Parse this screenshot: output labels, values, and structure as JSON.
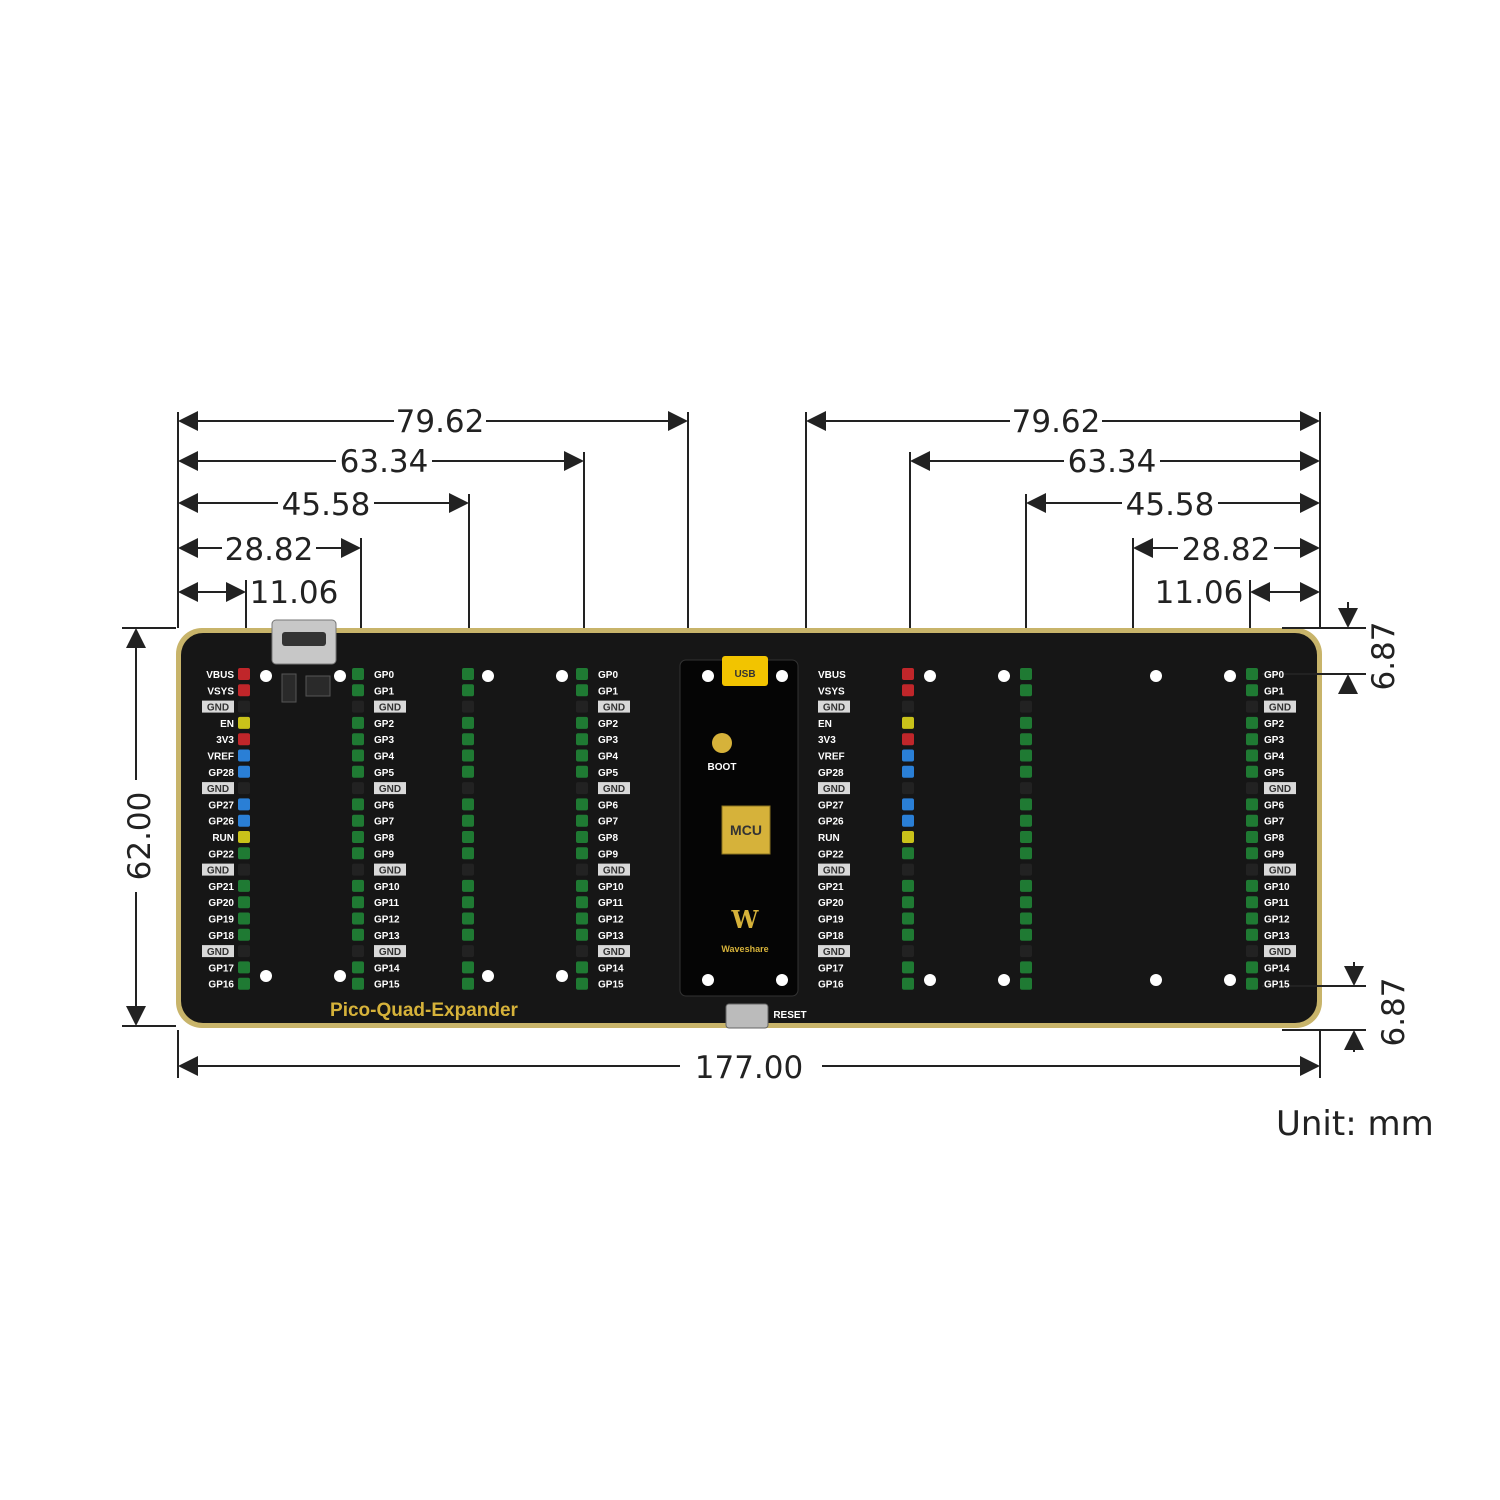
{
  "dimensions": {
    "top_left": [
      "79.62",
      "63.34",
      "45.58",
      "28.82",
      "11.06"
    ],
    "top_right": [
      "79.62",
      "63.34",
      "45.58",
      "28.82",
      "11.06"
    ],
    "height": "62.00",
    "width": "177.00",
    "right_top_offset": "6.87",
    "right_bottom_offset": "6.87"
  },
  "unit_label": "Unit: mm",
  "board": {
    "name": "Pico-Quad-Expander",
    "usb_label": "USB",
    "boot_label": "BOOT",
    "mcu_label": "MCU",
    "brand": "Waveshare",
    "reset_label": "RESET"
  },
  "header_pins": {
    "left_edge": [
      "VBUS",
      "VSYS",
      "GND",
      "EN",
      "3V3",
      "VREF",
      "GP28",
      "GND",
      "GP27",
      "GP26",
      "RUN",
      "GP22",
      "GND",
      "GP21",
      "GP20",
      "GP19",
      "GP18",
      "GND",
      "GP17",
      "GP16"
    ],
    "left_mid": [
      "GP0",
      "GP1",
      "GND",
      "GP2",
      "GP3",
      "GP4",
      "GP5",
      "GND",
      "GP6",
      "GP7",
      "GP8",
      "GP9",
      "GND",
      "GP10",
      "GP11",
      "GP12",
      "GP13",
      "GND",
      "GP14",
      "GP15"
    ],
    "center_left": [
      "GP0",
      "GP1",
      "GND",
      "GP2",
      "GP3",
      "GP4",
      "GP5",
      "GND",
      "GP6",
      "GP7",
      "GP8",
      "GP9",
      "GND",
      "GP10",
      "GP11",
      "GP12",
      "GP13",
      "GND",
      "GP14",
      "GP15"
    ],
    "center_right": [
      "VBUS",
      "VSYS",
      "GND",
      "EN",
      "3V3",
      "VREF",
      "GP28",
      "GND",
      "GP27",
      "GP26",
      "RUN",
      "GP22",
      "GND",
      "GP21",
      "GP20",
      "GP19",
      "GP18",
      "GND",
      "GP17",
      "GP16"
    ],
    "right_edge": [
      "GP0",
      "GP1",
      "GND",
      "GP2",
      "GP3",
      "GP4",
      "GP5",
      "GND",
      "GP6",
      "GP7",
      "GP8",
      "GP9",
      "GND",
      "GP10",
      "GP11",
      "GP12",
      "GP13",
      "GND",
      "GP14",
      "GP15"
    ]
  },
  "colors": {
    "board": "#161616",
    "gold_edge": "#c8b46a",
    "pin_green": "#1f7a33",
    "pin_red": "#c0262a",
    "pin_blue": "#2a7fd6",
    "pin_yellow": "#c9c21a",
    "gnd_label_bg": "#d9d9d9",
    "usb_yellow": "#f2c400",
    "mcu_gold": "#d6b23a"
  }
}
